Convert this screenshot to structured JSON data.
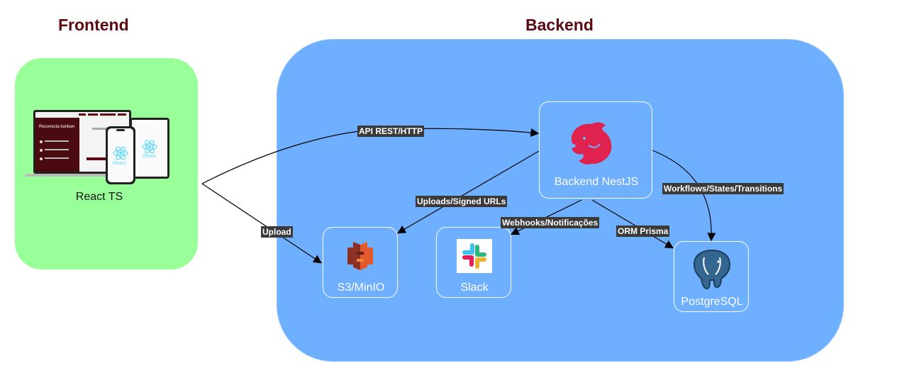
{
  "titles": {
    "frontend": "Frontend",
    "backend": "Backend"
  },
  "frontend": {
    "label": "React TS",
    "mockup_heading": "Reconecta kanban",
    "react_text": "React"
  },
  "nodes": {
    "nestjs": {
      "label": "Backend NestJS",
      "icon": "nestjs-icon"
    },
    "s3": {
      "label": "S3/MinIO",
      "icon": "aws-s3-icon"
    },
    "slack": {
      "label": "Slack",
      "icon": "slack-icon"
    },
    "postgres": {
      "label": "PostgreSQL",
      "icon": "postgresql-icon"
    }
  },
  "edges": {
    "api": "API REST/HTTP",
    "upload": "Upload",
    "signed": "Uploads/Signed URLs",
    "webhooks": "Webhooks/Notificações",
    "orm": "ORM Prisma",
    "workflows": "Workflows/States/Transitions"
  },
  "colors": {
    "frontend_bg": "#99ff99",
    "backend_bg": "#6eb0ff",
    "title": "#5c0a12",
    "nest_red": "#e0234e",
    "s3_orange": "#e25a2a",
    "postgres_blue": "#336791"
  }
}
